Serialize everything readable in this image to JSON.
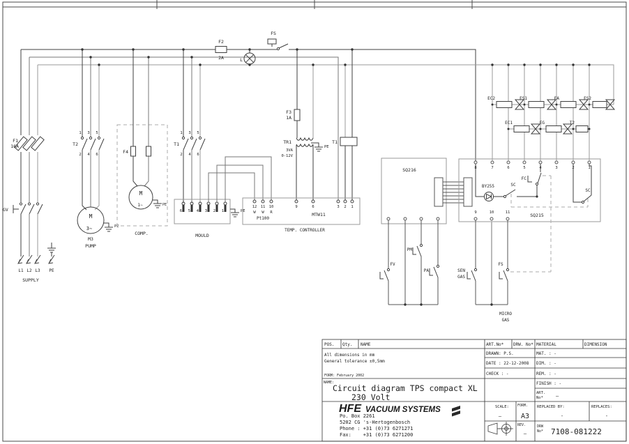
{
  "schematic": {
    "supply": {
      "f1": "F1",
      "f1_rating": "16A",
      "gv": "GV",
      "l1": "L1",
      "l2": "L2",
      "l3": "L3",
      "pe": "PE",
      "supply": "SUPPLY"
    },
    "contact_nums": {
      "c1": "1",
      "c2": "2",
      "c3": "3",
      "c4": "4",
      "c5": "5",
      "c6": "6"
    },
    "pump": {
      "t2": "T2",
      "motor_m": "M",
      "motor_phase": "3∼",
      "m3": "M3",
      "pump": "PUMP",
      "pe": "PE"
    },
    "comp": {
      "f4": "F4",
      "motor_m": "M",
      "motor_phase": "1∼",
      "pe": "PE",
      "caption": "COMP."
    },
    "mould": {
      "t1": "T1",
      "terms": [
        "6",
        "5",
        "4",
        "3",
        "2",
        "1"
      ],
      "pe": "PE",
      "caption": "MOULD"
    },
    "top": {
      "f2": "F2",
      "f2_rating": "2A",
      "lamp": "L",
      "fs": "FS"
    },
    "trafo": {
      "f3": "F3",
      "f3_rating": "1A",
      "tr1": "TR1",
      "va": "3VA",
      "volt": "0-12V",
      "pe": "PE"
    },
    "relay": {
      "t1": "T1"
    },
    "controller": {
      "terms": [
        "12",
        "11",
        "10",
        "9",
        "6",
        "3",
        "2",
        "1"
      ],
      "w1": "W",
      "w2": "W",
      "r": "R",
      "pt100": "Pt100",
      "model": "MTW11",
      "caption": "TEMP. CONTROLLER"
    },
    "sq216": {
      "label": "SQ216"
    },
    "sq215": {
      "label": "SQ215",
      "top_terms": [
        "8",
        "7",
        "6",
        "5",
        "4",
        "3",
        "2",
        "1"
      ],
      "bottom_terms": [
        "9",
        "10",
        "11"
      ],
      "by255": "BY255",
      "sc_left": "SC",
      "fc": "FC",
      "sc_right": "SC"
    },
    "valves": {
      "ec2": "EC2",
      "es1": "ES1",
      "ea": "EA",
      "es2": "ES2",
      "ec1": "EC1",
      "eg": "EG",
      "t2": "T2"
    },
    "switches": {
      "fv": "FV",
      "pm": "PM",
      "pa": "PA",
      "sen1": "SEN",
      "sen2": "GAS",
      "fs": "FS",
      "micro1": "MICRO",
      "micro2": "GAS"
    }
  },
  "title_block": {
    "pos": "POS.",
    "qty": "Qty.",
    "name": "NAME",
    "art_no": "ART.No*",
    "drw_no": "DRW. No*",
    "material": "MATERIAL",
    "dimension": "DIMENSION",
    "note1": "All dimensions in mm",
    "note2": "General tolerance ±0,5mm",
    "form_note": "FORM: February 2002",
    "drawn": "DRAWN: P.S.",
    "date": "DATE : 22-12-2008",
    "check": "CHECK : -",
    "mat": "MAT. : -",
    "dim": "DIM. : -",
    "rem": "REM. : -",
    "finish": "FINISH : -",
    "name_label": "NAME:",
    "title1": "Circuit diagram TPS compact XL",
    "title2": "230 Volt",
    "art_label1": "ART.",
    "art_label2": "No*",
    "art_value": "–",
    "company1": "HFE",
    "company2": "VACUUM SYSTEMS",
    "addr1": "Po. Box 2261",
    "addr2": "5202 CG 's-Hertogenbosch",
    "addr3": "Phone : +31 (0)73 6271271",
    "addr4": "Fax:    +31 (0)73 6271200",
    "scale_label": "SCALE:",
    "scale": "–",
    "form_label": "FORM.",
    "form": "A3",
    "replaced_label": "REPLACED BY:",
    "replaced": "-",
    "replaces_label": "REPLACES:",
    "replaces": "-",
    "rev_label": "REV.",
    "rev": "–",
    "drw_label1": "DRW",
    "drw_label2": "No*",
    "drw_number": "7108-081222"
  }
}
